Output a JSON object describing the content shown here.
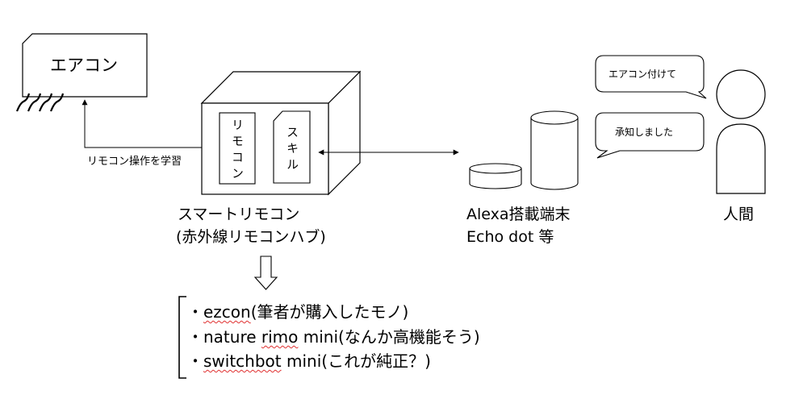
{
  "aircon": {
    "label": "エアコン"
  },
  "learn_label": "リモコン操作を学習",
  "hub": {
    "remote_panel": "リモコン",
    "skill_panel": "スキル",
    "title_line1": "スマートリモコン",
    "title_line2": "(赤外線リモコンハブ)"
  },
  "alexa": {
    "title_line1": "Alexa搭載端末",
    "title_line2": "Echo dot 等"
  },
  "human": {
    "label": "人間",
    "bubble1": "エアコン付けて",
    "bubble2": "承知しました"
  },
  "products": [
    {
      "bullet": "・",
      "name": "ezcon",
      "desc": "(筆者が購入したモノ)"
    },
    {
      "bullet": "・",
      "name": "nature",
      "name2": "rimo",
      "name3": "mini",
      "desc": "(なんか高機能そう)"
    },
    {
      "bullet": "・",
      "name": "switchbot",
      "name2": "mini",
      "desc": "(これが純正？)"
    }
  ]
}
